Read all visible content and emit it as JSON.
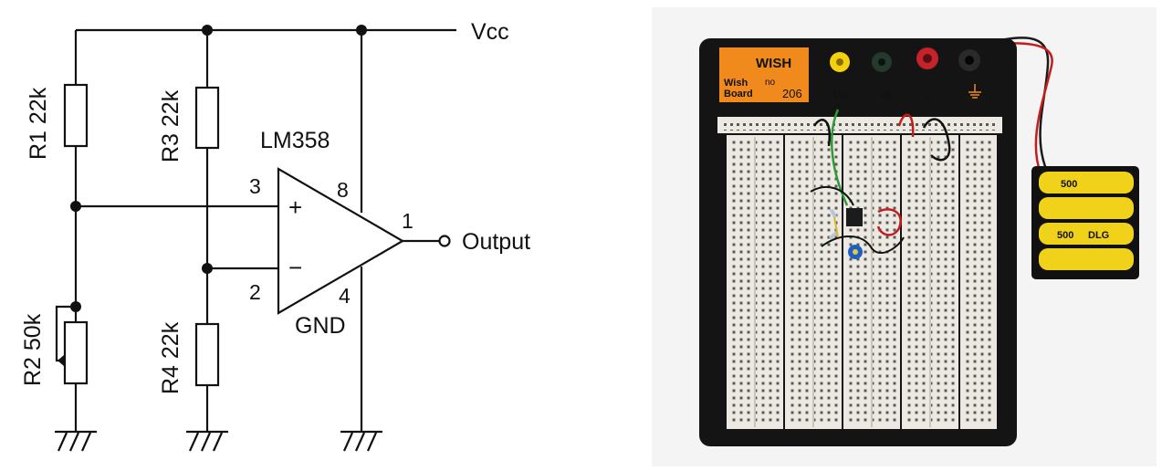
{
  "schematic": {
    "supply_label": "Vcc",
    "ic_label": "LM358",
    "output_label": "Output",
    "gnd_label": "GND",
    "pins": {
      "noninverting": "3",
      "inverting": "2",
      "output": "1",
      "vcc": "8",
      "ground": "4"
    },
    "signs": {
      "plus": "+",
      "minus": "−"
    },
    "resistors": {
      "r1": "R1 22k",
      "r2": "R2 50k",
      "r3": "R3 22k",
      "r4": "R4 22k"
    }
  },
  "photo": {
    "board_brand": "WISH",
    "board_name_line1": "Wish",
    "board_name_line2": "Board",
    "board_no_label": "no",
    "board_number": "206",
    "terminal_labels": [
      "Va",
      "Vb",
      "V"
    ],
    "battery_labels": [
      "500",
      "500"
    ],
    "battery_brand": "DLG",
    "colors": {
      "board": "#141414",
      "label": "#f08a1c",
      "breadboard": "#ece9e2",
      "battery": "#f1d21a"
    }
  }
}
